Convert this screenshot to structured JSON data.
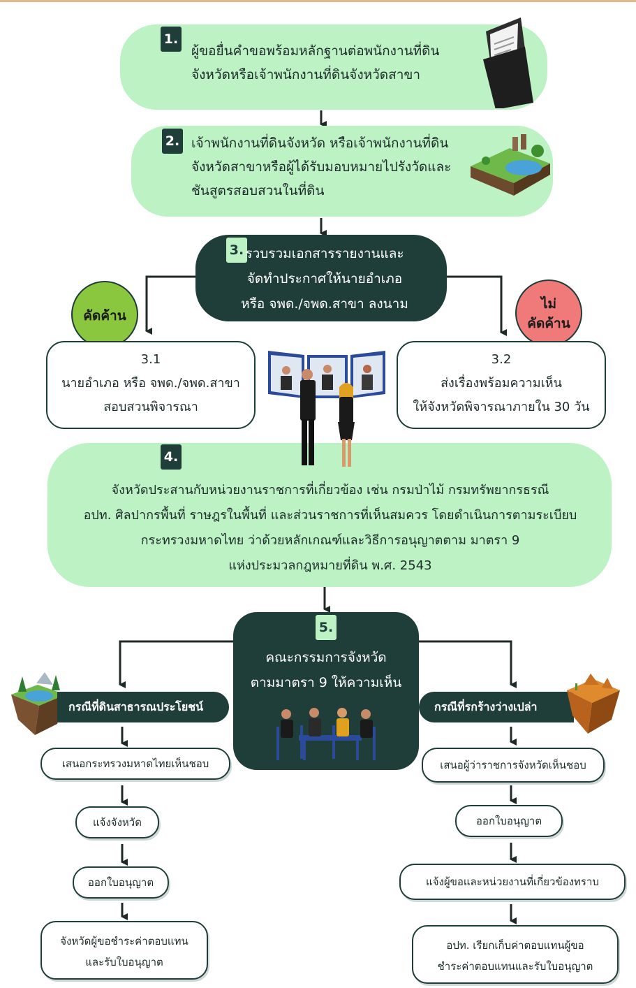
{
  "step1": {
    "number": "1.",
    "line1": "ผู้ขอยื่นคำขอพร้อมหลักฐานต่อพนักงานที่ดิน",
    "line2": "จังหวัดหรือเจ้าพนักงานที่ดินจังหวัดสาขา"
  },
  "step2": {
    "number": "2.",
    "line1": "เจ้าพนักงานที่ดินจังหวัด หรือเจ้าพนักงานที่ดิน",
    "line2": "จังหวัดสาขาหรือผู้ได้รับมอบหมายไปรังวัดและ",
    "line3": "ชันสูตรสอบสวนในที่ดิน"
  },
  "step3": {
    "number": "3.",
    "line1": "รวบรวมเอกสารรายงานและ",
    "line2": "จัดทำประกาศให้นายอำเภอ",
    "line3": "หรือ จพด./จพด.สาขา ลงนาม"
  },
  "objection_badge": "คัดค้าน",
  "no_objection_badge": {
    "line1": "ไม่",
    "line2": "คัดค้าน"
  },
  "step3_1": {
    "number": "3.1",
    "line1": "นายอำเภอ หรือ จพด./จพด.สาขา",
    "line2": "สอบสวนพิจารณา"
  },
  "step3_2": {
    "number": "3.2",
    "line1": "ส่งเรื่องพร้อมความเห็น",
    "line2": "ให้จังหวัดพิจารณาภายใน 30 วัน"
  },
  "step4": {
    "number": "4.",
    "line1": "จังหวัดประสานกับหน่วยงานราชการที่เกี่ยวข้อง เช่น กรมป่าไม้ กรมทรัพยากรธรณี",
    "line2": "อปท. ศิลปากรพื้นที่ ราษฎรในพื้นที่ และส่วนราชการที่เห็นสมควร โดยดำเนินการตามระเบียบ",
    "line3": "กระทรวงมหาดไทย ว่าด้วยหลักเกณฑ์และวิธีการอนุญาตตาม มาตรา 9",
    "line4": "แห่งประมวลกฎหมายที่ดิน พ.ศ. 2543"
  },
  "step5": {
    "number": "5.",
    "line1": "คณะกรรมการจังหวัด",
    "line2": "ตามมาตรา 9 ให้ความเห็น"
  },
  "left_branch": {
    "tag": "กรณีที่ดินสาธารณประโยชน์",
    "steps": [
      "เสนอกระทรวงมหาดไทยเห็นชอบ",
      "แจ้งจังหวัด",
      "ออกใบอนุญาต"
    ],
    "final_line1": "จังหวัดผู้ขอชำระค่าตอบแทน",
    "final_line2": "และรับใบอนุญาต"
  },
  "right_branch": {
    "tag": "กรณีที่รกร้างว่างเปล่า",
    "steps": [
      "เสนอผู้ว่าราชการจังหวัดเห็นชอบ",
      "ออกใบอนุญาต",
      "แจ้งผู้ขอและหน่วยงานที่เกี่ยวข้องทราบ"
    ],
    "final_line1": "อปท. เรียกเก็บค่าตอบแทนผู้ขอ",
    "final_line2": "ชำระค่าตอบแทนและรับใบอนุญาต"
  },
  "colors": {
    "pill": "#bdf2c5",
    "dark": "#1f3d39",
    "badge_green": "#8ac73e",
    "badge_pink": "#f0797a"
  }
}
